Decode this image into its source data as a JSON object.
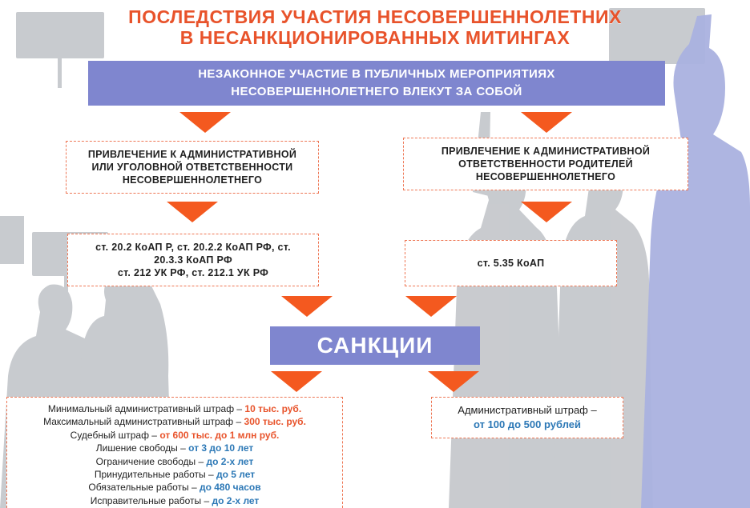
{
  "title": {
    "line1": "ПОСЛЕДСТВИЯ УЧАСТИЯ НЕСОВЕРШЕННОЛЕТНИХ",
    "line2": "В НЕСАНКЦИОНИРОВАННЫХ МИТИНГАХ"
  },
  "banner": {
    "line1": "НЕЗАКОННОЕ УЧАСТИЕ В ПУБЛИЧНЫХ МЕРОПРИЯТИЯХ",
    "line2": "НЕСОВЕРШЕННОЛЕТНЕГО ВЛЕКУТ ЗА СОБОЙ"
  },
  "left_branch": {
    "responsibility": [
      "ПРИВЛЕЧЕНИЕ К АДМИНИСТРАТИВНОЙ",
      "ИЛИ УГОЛОВНОЙ ОТВЕТСТВЕННОСТИ",
      "НЕСОВЕРШЕННОЛЕТНЕГО"
    ],
    "articles": [
      "ст. 20.2 КоАП Р, ст. 20.2.2 КоАП РФ, ст.",
      "20.3.3 КоАП РФ",
      "ст. 212 УК РФ, ст. 212.1 УК РФ"
    ]
  },
  "right_branch": {
    "responsibility": [
      "ПРИВЛЕЧЕНИЕ К АДМИНИСТРАТИВНОЙ",
      "ОТВЕТСТВЕННОСТИ РОДИТЕЛЕЙ",
      "НЕСОВЕРШЕННОЛЕТНЕГО"
    ],
    "articles": "ст. 5.35 КоАП"
  },
  "sanctions_label": "САНКЦИИ",
  "sanctions_list": [
    {
      "label": "Минимальный административный штраф – ",
      "value": "10 тыс. руб.",
      "tone": "red"
    },
    {
      "label": "Максимальный административный штраф – ",
      "value": "300 тыс. руб.",
      "tone": "red"
    },
    {
      "label": "Судебный штраф – ",
      "value": "от 600 тыс. до 1 млн руб.",
      "tone": "red"
    },
    {
      "label": "Лишение свободы – ",
      "value": "от 3 до 10 лет",
      "tone": "blue"
    },
    {
      "label": "Ограничение свободы – ",
      "value": "до 2-х лет",
      "tone": "blue"
    },
    {
      "label": "Принудительные работы – ",
      "value": "до 5 лет",
      "tone": "blue"
    },
    {
      "label": "Обязательные работы – ",
      "value": "до 480 часов",
      "tone": "blue"
    },
    {
      "label": "Исправительные работы – ",
      "value": "до 2-х лет",
      "tone": "blue"
    }
  ],
  "fine_box": {
    "label": "Административный штраф –",
    "value": "от 100 до 500 рублей"
  },
  "colors": {
    "accent_orange": "#f4591f",
    "banner_blue": "#7f86cf",
    "value_blue": "#2c78b6",
    "silhouette_gray": "#b4b7bd",
    "silhouette_blue": "#aab1df"
  }
}
